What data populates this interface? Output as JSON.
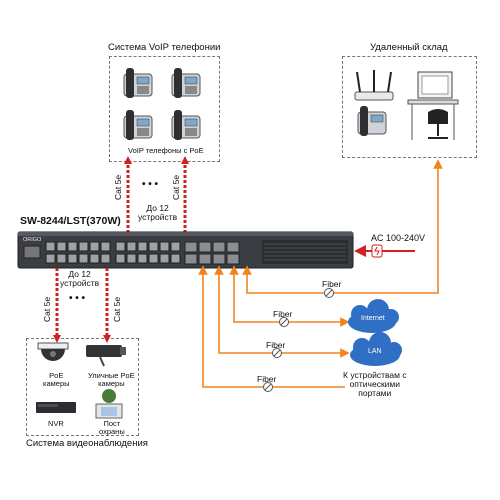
{
  "voip": {
    "title": "Система VoIP телефонии",
    "caption": "VoIP телефоны с PoE"
  },
  "remote": {
    "title": "Удаленный склад"
  },
  "switch": {
    "model": "SW-8244/LST(370W)",
    "brand": "ORIGO"
  },
  "uplink": {
    "cable_left": "Cat 5e",
    "cable_right": "Cat 5e",
    "dots": "• • •",
    "count": "До 12\nустройств"
  },
  "downlink": {
    "cable_left": "Cat 5e",
    "cable_right": "Cat 5e",
    "dots": "• • •",
    "count": "До 12\nустройств"
  },
  "power": {
    "label": "AC 100-240V"
  },
  "fiber_links": [
    "Fiber",
    "Fiber",
    "Fiber",
    "Fiber"
  ],
  "clouds": {
    "internet": "Internet",
    "lan": "LAN"
  },
  "optical_devices": "К устройствам с\nоптическими\nпортами",
  "cctv": {
    "title": "Система видеонаблюдения",
    "poe_cams": "PoE\nкамеры",
    "outdoor_cams": "Уличные PoE\nкамеры",
    "nvr": "NVR",
    "guard": "Пост\nохраны"
  },
  "colors": {
    "fiber": "#f0841e",
    "cable_red": "#d22020",
    "cloud": "#2f6fc4",
    "switch_body": "#3a3d42"
  }
}
